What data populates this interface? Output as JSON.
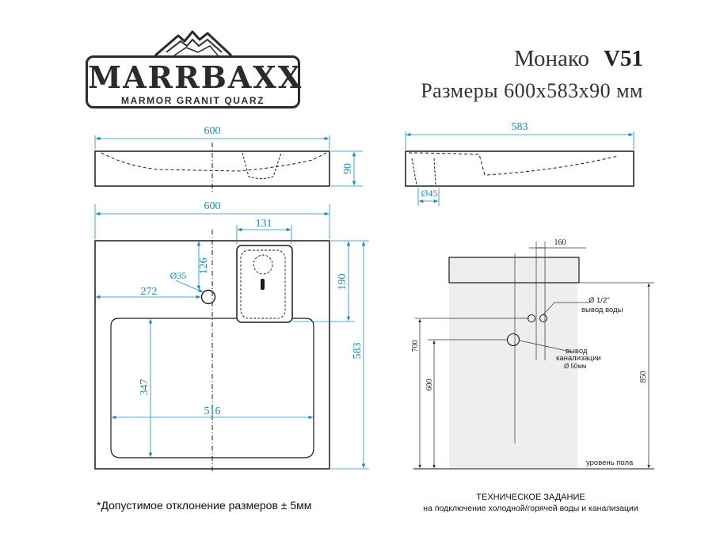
{
  "logo": {
    "brand": "MARRBAXX",
    "tagline": "MARMOR GRANIT QUARZ"
  },
  "product": {
    "name": "Монако",
    "model": "V51",
    "size_title": "Размеры 600х583х90 мм"
  },
  "colors": {
    "dimension": "#1e8bb0",
    "outline": "#1a1a1a",
    "wall": "#eeeeee",
    "cabinet": "#eeeeee"
  },
  "front_view": {
    "width_label": "600",
    "height_label": "90"
  },
  "side_view": {
    "depth_label": "583",
    "hole_label": "Ø45"
  },
  "top_view": {
    "width_label": "600",
    "faucet_width_label": "131",
    "faucet_depth_label": "190",
    "depth_label": "583",
    "hole_offset_label": "272",
    "hole_diameter_label": "Ø35",
    "hole_distance_label": "126",
    "bowl_width_label": "516",
    "bowl_depth_label": "347"
  },
  "install_view": {
    "spacing_label": "160",
    "water_label": "Ø 1/2\"",
    "water_text": "вывод воды",
    "drain_text_1": "вывод",
    "drain_text_2": "канализации",
    "drain_diameter": "Ø 50мм",
    "height_700": "700",
    "height_600": "600",
    "height_850": "850",
    "floor_label": "уровень пола"
  },
  "footer": {
    "tolerance_note": "*Допустимое отклонение размеров ± 5мм",
    "spec_title": "ТЕХНИЧЕСКОЕ ЗАДАНИЕ",
    "spec_subtitle": "на подключение холодной/горячей воды и канализации"
  }
}
